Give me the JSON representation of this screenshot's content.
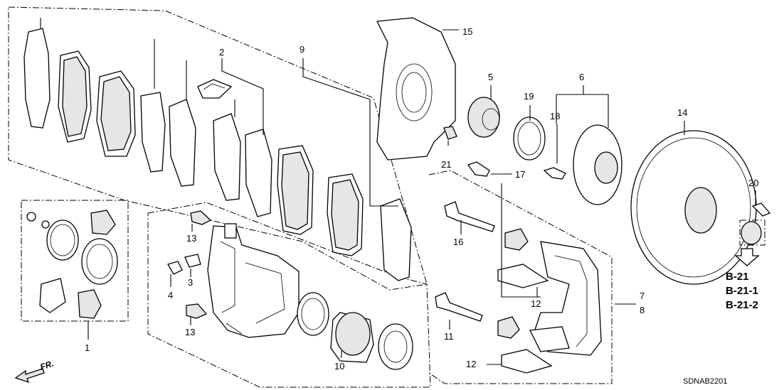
{
  "labels": {
    "l1": "1",
    "l2": "2",
    "l3": "3",
    "l4": "4",
    "l5": "5",
    "l6": "6",
    "l7": "7",
    "l8": "8",
    "l9": "9",
    "l10": "10",
    "l11": "11",
    "l12a": "12",
    "l12b": "12",
    "l13a": "13",
    "l13b": "13",
    "l14": "14",
    "l15": "15",
    "l16": "16",
    "l17": "17",
    "l18": "18",
    "l19": "19",
    "l20": "20",
    "l21": "21"
  },
  "references": [
    "B-21",
    "B-21-1",
    "B-21-2"
  ],
  "direction_label": "FR.",
  "diagram_code": "SDNAB2201"
}
